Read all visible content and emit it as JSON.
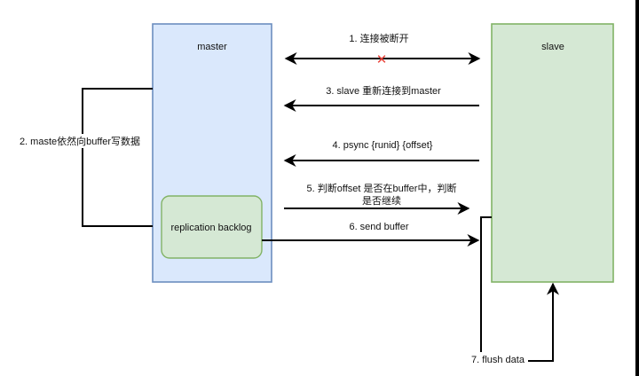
{
  "diagram": {
    "title": "Redis partial resynchronization (psync) flow",
    "nodes": {
      "master": {
        "label": "master",
        "fill": "#dae8fc",
        "stroke": "#6c8ebf"
      },
      "slave": {
        "label": "slave",
        "fill": "#d5e8d4",
        "stroke": "#82b366"
      },
      "backlog": {
        "label": "replication backlog",
        "fill": "#d5e8d4",
        "stroke": "#82b366",
        "parent": "master"
      }
    },
    "steps": [
      {
        "n": 1,
        "label": "1. 连接被断开",
        "from": "master",
        "to": "slave",
        "direction": "both",
        "broken": true
      },
      {
        "n": 2,
        "label": "2. maste依然向buffer写数据",
        "from": "master",
        "to": "backlog",
        "direction": "loop"
      },
      {
        "n": 3,
        "label": "3. slave 重新连接到master",
        "from": "slave",
        "to": "master",
        "direction": "left"
      },
      {
        "n": 4,
        "label": "4. psync {runid} {offset}",
        "from": "slave",
        "to": "master",
        "direction": "left"
      },
      {
        "n": 5,
        "label_line1": "5. 判断offset 是否在buffer中，判断",
        "label_line2": "是否继续",
        "from": "master",
        "to": "slave",
        "direction": "right"
      },
      {
        "n": 6,
        "label": "6. send buffer",
        "from": "backlog",
        "to": "slave",
        "direction": "right"
      },
      {
        "n": 7,
        "label": "7. flush data",
        "from": "slave",
        "to": "slave",
        "direction": "loop"
      }
    ],
    "break_marker": {
      "glyph": "✕",
      "color": "#e8453c"
    },
    "line_color": "#000000"
  }
}
